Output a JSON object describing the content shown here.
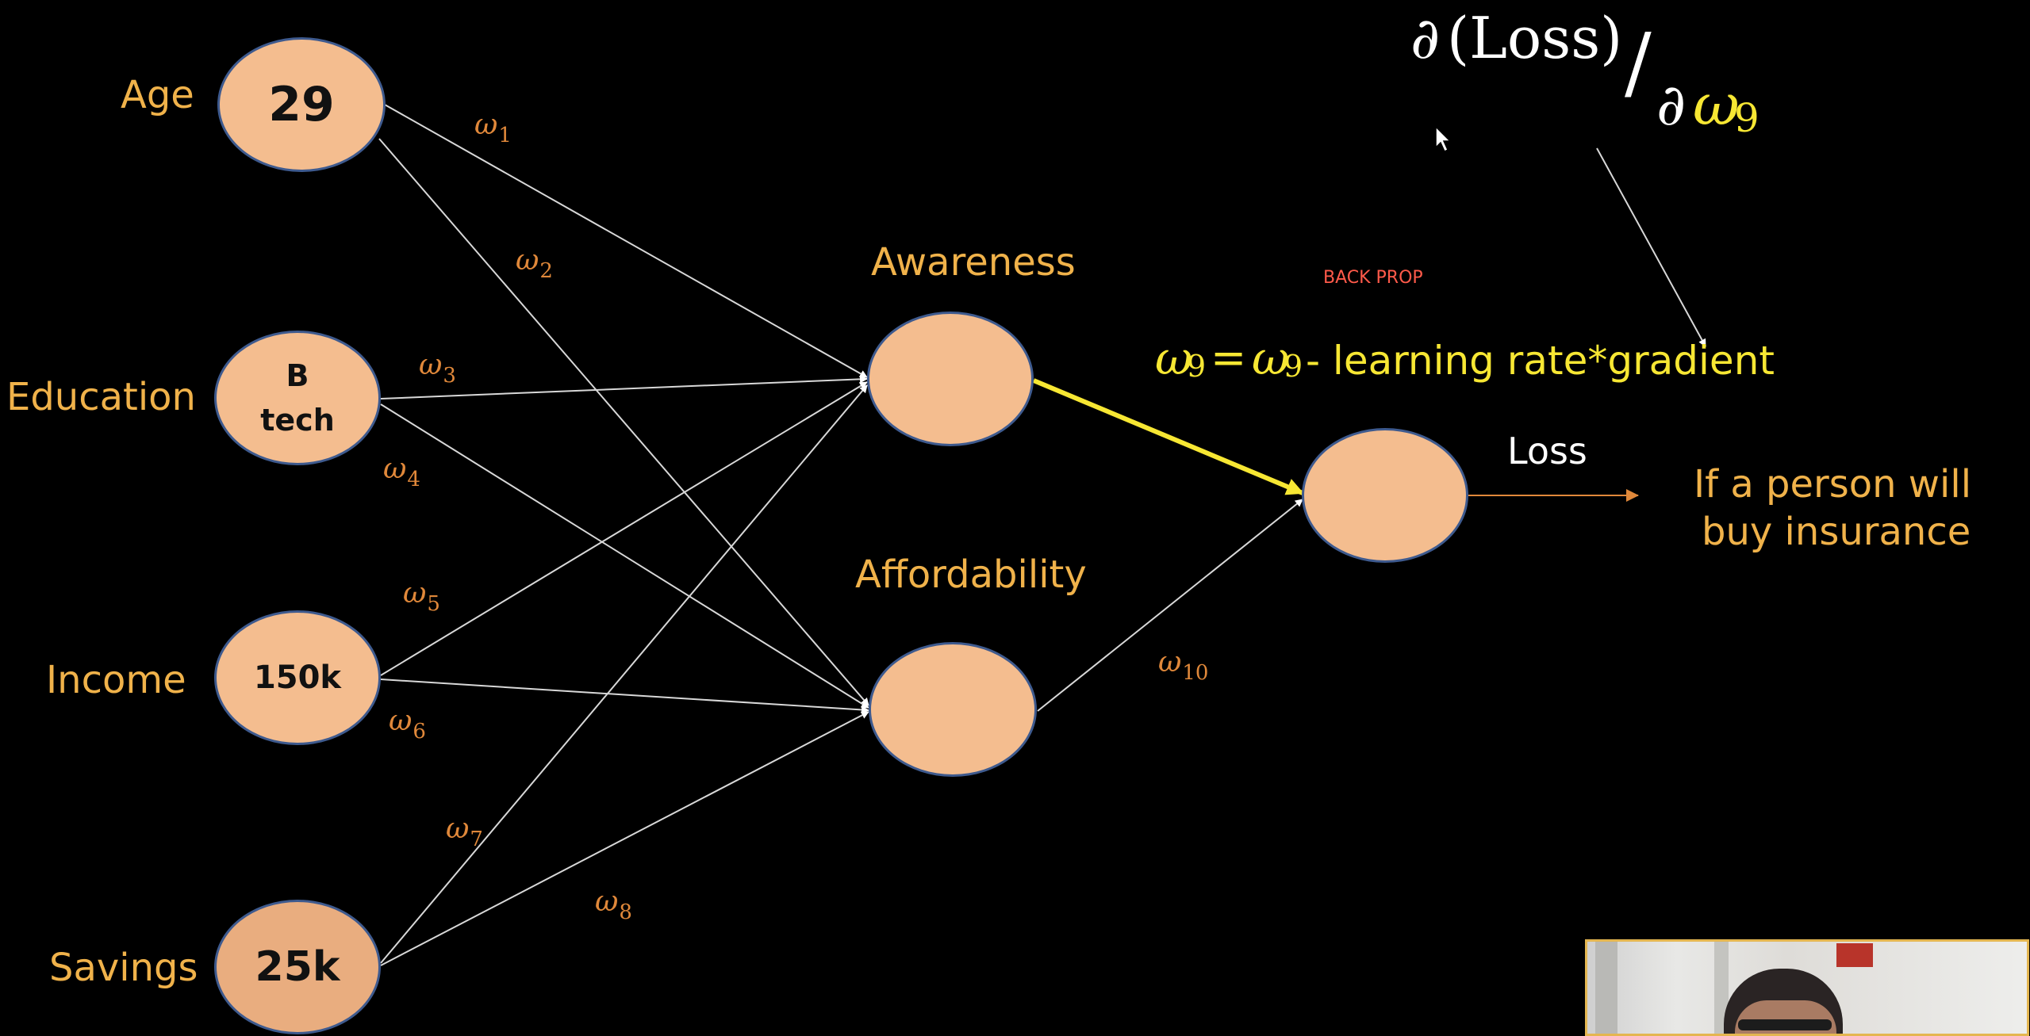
{
  "inputs": {
    "age": {
      "label": "Age",
      "value": "29"
    },
    "education": {
      "label": "Education",
      "value_line1": "B",
      "value_line2": "tech"
    },
    "income": {
      "label": "Income",
      "value": "150k"
    },
    "savings": {
      "label": "Savings",
      "value": "25k"
    }
  },
  "hidden": {
    "awareness": "Awareness",
    "affordability": "Affordability"
  },
  "weights": {
    "w1": {
      "symbol": "ω",
      "sub": "1"
    },
    "w2": {
      "symbol": "ω",
      "sub": "2"
    },
    "w3": {
      "symbol": "ω",
      "sub": "3"
    },
    "w4": {
      "symbol": "ω",
      "sub": "4"
    },
    "w5": {
      "symbol": "ω",
      "sub": "5"
    },
    "w6": {
      "symbol": "ω",
      "sub": "6"
    },
    "w7": {
      "symbol": "ω",
      "sub": "7"
    },
    "w8": {
      "symbol": "ω",
      "sub": "8"
    },
    "w10": {
      "symbol": "ω",
      "sub": "10"
    }
  },
  "output": {
    "loss_label": "Loss",
    "result_line1": "If a person will",
    "result_line2": "buy insurance"
  },
  "back_prop": "BACK PROP",
  "gradient": {
    "partial1": "∂",
    "numerator": "(Loss)",
    "slash": "/",
    "partial2": "∂",
    "omega": "ω",
    "sub": "9"
  },
  "update_rule": {
    "lhs_symbol": "ω",
    "lhs_sub": "9",
    "equals": "=",
    "rhs_symbol": "ω",
    "rhs_sub": "9",
    "rest": " - learning rate*gradient"
  },
  "colors": {
    "label_orange": "#f0b24a",
    "weight_orange": "#e0883a",
    "node_fill": "#f4bd8f",
    "node_border": "#3e5a8e",
    "highlight_yellow": "#f7e733",
    "back_prop_red": "#ff5a4a"
  }
}
